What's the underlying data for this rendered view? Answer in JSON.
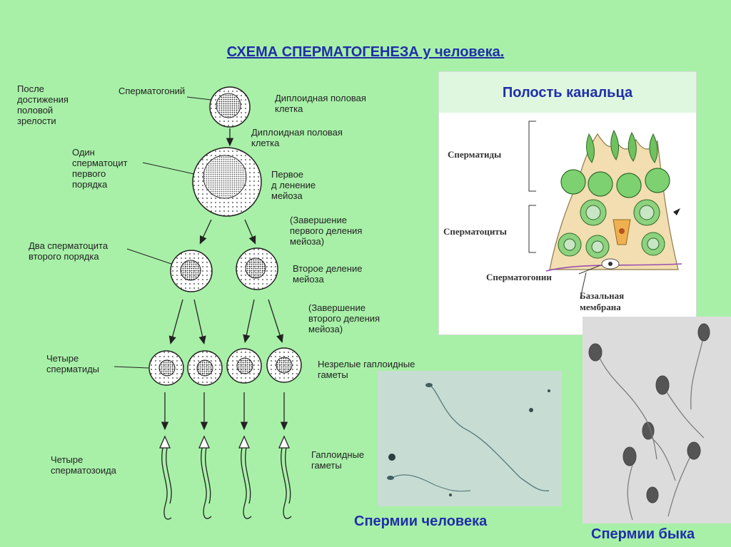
{
  "title": "СХЕМА СПЕРМАТОГЕНЕЗА у человека.",
  "labels": {
    "after_maturity": "После\nдостижения\nполовой\nзрелости",
    "spermatogonium": "Сперматогоний",
    "diploid_cell_1": "Диплоидная половая\nклетка",
    "diploid_cell_2": "Диплоидная половая\nклетка",
    "one_spermatocyte": "Один\nсперматоцит\nпервого\nпорядка",
    "first_division": "Первое\nд ленение\nмейоза",
    "end_first_division": "(Завершение\nпервого деления\nмейоза)",
    "two_spermatocytes": "Два сперматоцита\nвторого порядка",
    "second_division": "Второе деление\nмейоза",
    "end_second_division": "(Завершение\nвторого деления\nмейоза)",
    "four_spermatids": "Четыре\nсперматиды",
    "immature_gametes": "Незрелые гаплоидные\nгаметы",
    "four_spermatozoa": "Четыре\nсперматозоида",
    "haploid_gametes": "Гаплоидные\nгаметы"
  },
  "panel": {
    "heading": "Полость канальца",
    "spermatids": "Сперматиды",
    "spermatocytes": "Сперматоциты",
    "spermatogonia": "Сперматогонии",
    "basal_membrane": "Базальная\nмембрана"
  },
  "captions": {
    "human": "Спермии человека",
    "bull": "Спермии быка"
  },
  "colors": {
    "background": "#a8f0a8",
    "title": "#1f2fa8",
    "panel_tissue": "#f2deb0",
    "cell_green": "#6fc25f"
  }
}
